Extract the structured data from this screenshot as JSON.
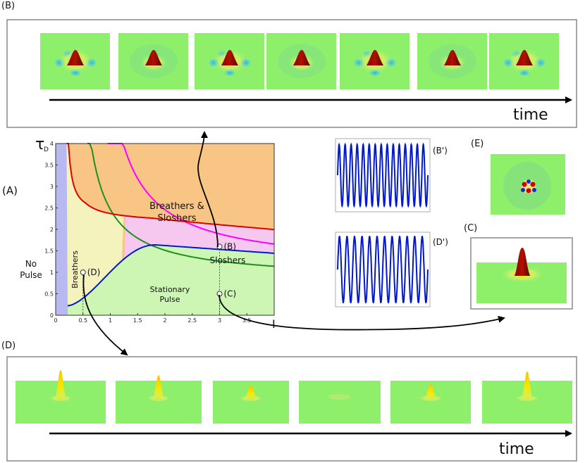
{
  "panel_labels": {
    "A": "(A)",
    "B": "(B)",
    "C": "(C)",
    "D": "(D)",
    "E": "(E)",
    "B_prime": "(B')",
    "D_prime": "(D')"
  },
  "time_label_top": "time",
  "time_label_bottom": "time",
  "regions": {
    "no_pulse_1": "No",
    "no_pulse_2": "Pulse",
    "breathers": "Breathers",
    "breathers_sloshers_1": "Breathers &",
    "breathers_sloshers_2": "Sloshers",
    "sloshers": "Sloshers",
    "stationary_1": "Stationary",
    "stationary_2": "Pulse"
  },
  "points": [
    {
      "label": "(B)",
      "I": 3.0,
      "tau": 1.6
    },
    {
      "label": "(C)",
      "I": 3.0,
      "tau": 0.5
    },
    {
      "label": "(D)",
      "I": 0.5,
      "tau": 1.0
    }
  ],
  "chart_data": {
    "type": "line",
    "xlabel": "I",
    "ylabel": "τ",
    "ylabel_sub": "D",
    "xlim": [
      0,
      4
    ],
    "ylim": [
      0,
      4
    ],
    "xticks": [
      "0",
      "0.5",
      "1",
      "1.5",
      "2",
      "2.5",
      "3",
      "3.5"
    ],
    "yticks": [
      "0",
      "0.5",
      "1",
      "1.5",
      "2",
      "2.5",
      "3",
      "3.5",
      "4"
    ],
    "colors": {
      "no_pulse": "#b9b9f2",
      "breathers_sloshers": "#f9c585",
      "sloshers": "#f6c7ef",
      "stationary": "#cdf5b4",
      "breathers": "#f5f3bd",
      "red": "#e00000",
      "green": "#1f8f1f",
      "magenta": "#ff00ff",
      "blue": "#0018d0"
    }
  },
  "colors": {
    "surface_bg": "#8ef06a",
    "peak": "#7a0000",
    "yellow": "#f7e300",
    "cyan": "#36c9e8",
    "trace": "#0018d0"
  }
}
